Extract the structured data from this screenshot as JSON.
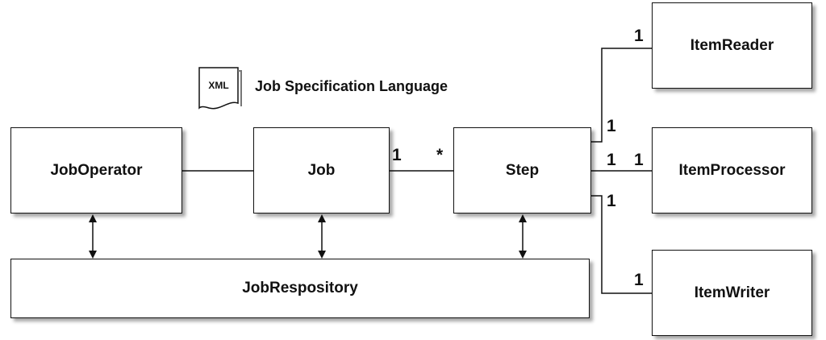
{
  "diagram": {
    "nodes": {
      "job_operator": "JobOperator",
      "job": "Job",
      "step": "Step",
      "job_repository": "JobRespository",
      "item_reader": "ItemReader",
      "item_processor": "ItemProcessor",
      "item_writer": "ItemWriter"
    },
    "document": {
      "icon_text": "XML",
      "label": "Job Specification Language"
    },
    "multiplicities": {
      "job_step_job_end": "1",
      "job_step_step_end": "*",
      "step_reader_step_end": "1",
      "step_reader_reader_end": "1",
      "step_processor_step_end": "1",
      "step_processor_processor_end": "1",
      "step_writer_step_end": "1",
      "step_writer_writer_end": "1"
    }
  }
}
